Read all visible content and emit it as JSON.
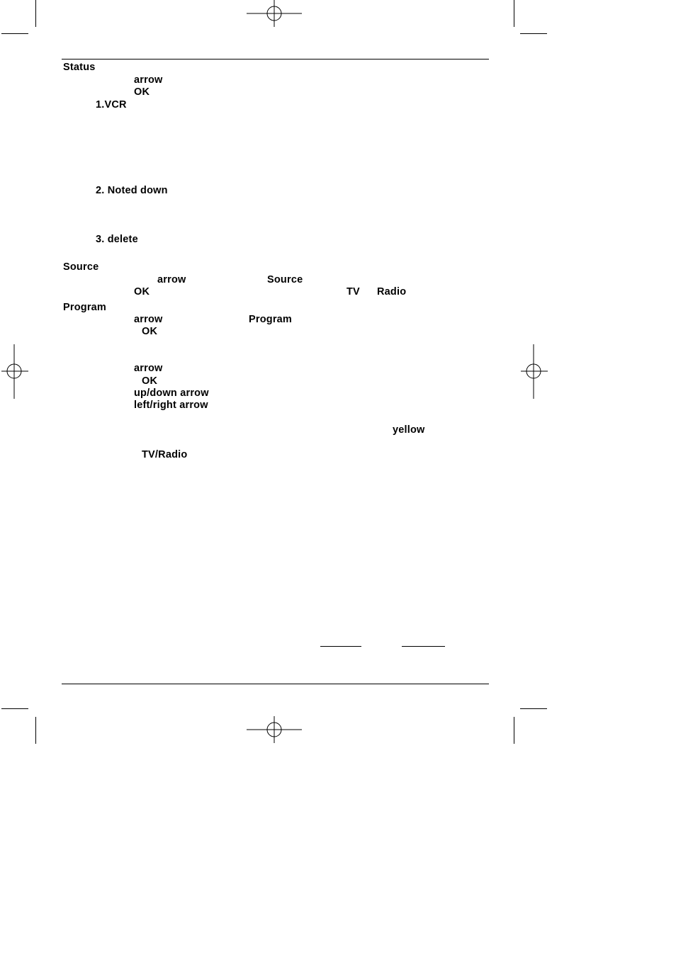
{
  "labels": {
    "status": "Status",
    "status_arrow": "arrow",
    "status_ok": "OK",
    "vcr": "1.VCR",
    "noted_down": "2. Noted down",
    "delete": "3. delete",
    "source": "Source",
    "source_arrow": "arrow",
    "source_ref": "Source",
    "source_ok": "OK",
    "tv": "TV",
    "radio": "Radio",
    "program": "Program",
    "program_arrow": "arrow",
    "program_ref": "Program",
    "program_ok": "OK",
    "nav_arrow": "arrow",
    "nav_ok": "OK",
    "updown_arrow": "up/down arrow",
    "leftright_arrow": "left/right arrow",
    "yellow": "yellow",
    "tv_radio": "TV/Radio"
  }
}
